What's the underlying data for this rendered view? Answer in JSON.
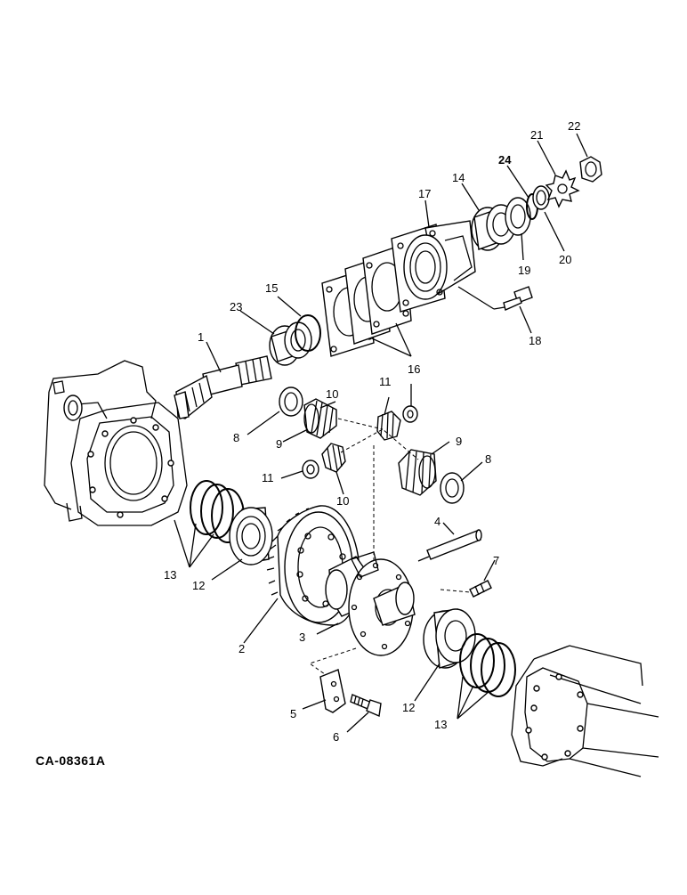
{
  "drawing_code": "CA-08361A",
  "callouts": {
    "c1": "1",
    "c2": "2",
    "c3": "3",
    "c4": "4",
    "c5": "5",
    "c6": "6",
    "c7": "7",
    "c8a": "8",
    "c8b": "8",
    "c9a": "9",
    "c9b": "9",
    "c10a": "10",
    "c10b": "10",
    "c11a": "11",
    "c11b": "11",
    "c12a": "12",
    "c12b": "12",
    "c13a": "13",
    "c13b": "13",
    "c14": "14",
    "c15": "15",
    "c16": "16",
    "c17": "17",
    "c18": "18",
    "c19": "19",
    "c20": "20",
    "c21": "21",
    "c22": "22",
    "c23": "23",
    "c24": "24"
  }
}
